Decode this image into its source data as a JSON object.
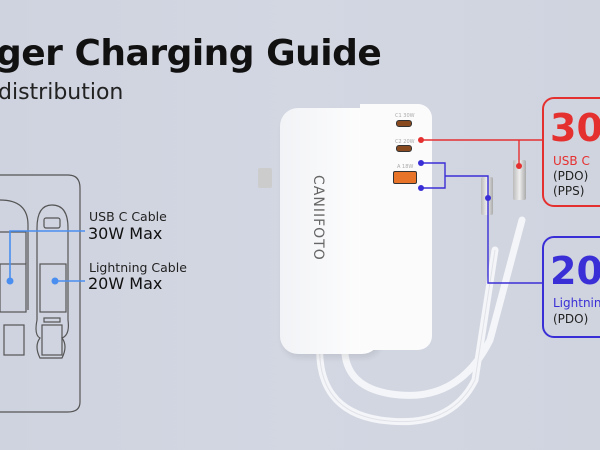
{
  "header": {
    "title": "ger Charging Guide",
    "subtitle": "distribution"
  },
  "left_panel": {
    "usb_c_label": "USB C Cable",
    "usb_c_max": "30W Max",
    "lightning_label": "Lightning Cable",
    "lightning_max": "20W Max"
  },
  "charger": {
    "brand": "CANIIFOTO",
    "ports": [
      {
        "label": "C1 30W",
        "type": "usb-c"
      },
      {
        "label": "C2 20W",
        "type": "usb-c"
      },
      {
        "label": "A 18W",
        "type": "usb-a"
      }
    ]
  },
  "callouts": {
    "usb_c": {
      "value": "30",
      "label": "USB C",
      "protocols": [
        "(PDO)",
        "(PPS)"
      ]
    },
    "lightning": {
      "value": "20",
      "label": "Lightnin",
      "protocols": [
        "(PDO)"
      ]
    }
  },
  "colors": {
    "red": "#e53030",
    "blue": "#3a2fd6",
    "left_blue": "#4a8ef0",
    "port_orange": "#e8742a"
  }
}
